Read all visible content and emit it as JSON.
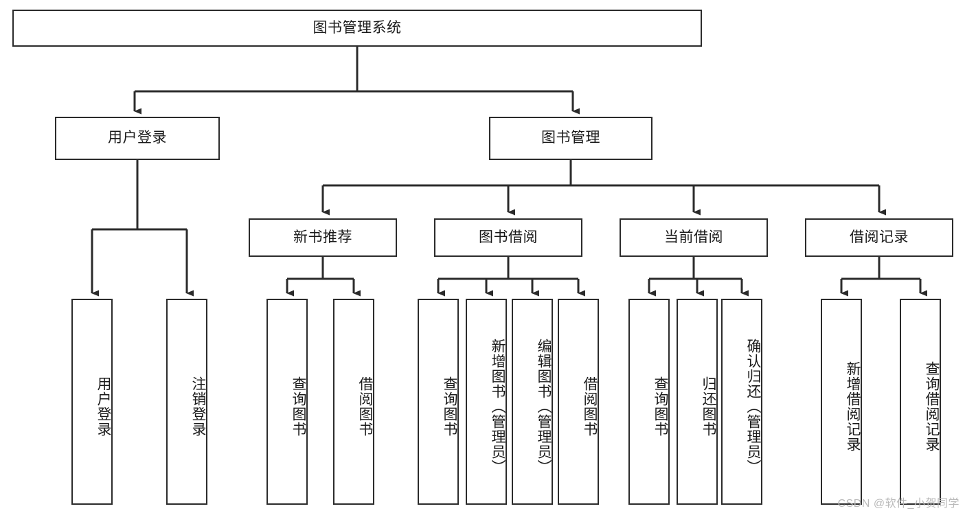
{
  "diagram": {
    "title": "图书管理系统",
    "watermark": "CSDN @软件_小贺同学",
    "colors": {
      "stroke": "#2b2b2b",
      "box_fill": "#ffffff",
      "text": "#1a1a1a",
      "watermark": "#b9b9b9",
      "background": "#ffffff"
    },
    "root": {
      "label": "图书管理系统"
    },
    "level2": [
      {
        "label": "用户登录"
      },
      {
        "label": "图书管理"
      }
    ],
    "level3": [
      {
        "label": "新书推荐"
      },
      {
        "label": "图书借阅"
      },
      {
        "label": "当前借阅"
      },
      {
        "label": "借阅记录"
      }
    ],
    "leaves": {
      "user_login": [
        {
          "label": "用户登录"
        },
        {
          "label": "注销登录"
        }
      ],
      "new_book_recommend": [
        {
          "label": "查询图书"
        },
        {
          "label": "借阅图书"
        }
      ],
      "book_borrow": [
        {
          "label": "查询图书"
        },
        {
          "label": "新增图书（管理员）"
        },
        {
          "label": "编辑图书（管理员）"
        },
        {
          "label": "借阅图书"
        }
      ],
      "current_borrow": [
        {
          "label": "查询图书"
        },
        {
          "label": "归还图书"
        },
        {
          "label": "确认归还（管理员）"
        }
      ],
      "borrow_records": [
        {
          "label": "新增借阅记录"
        },
        {
          "label": "查询借阅记录"
        }
      ]
    }
  }
}
